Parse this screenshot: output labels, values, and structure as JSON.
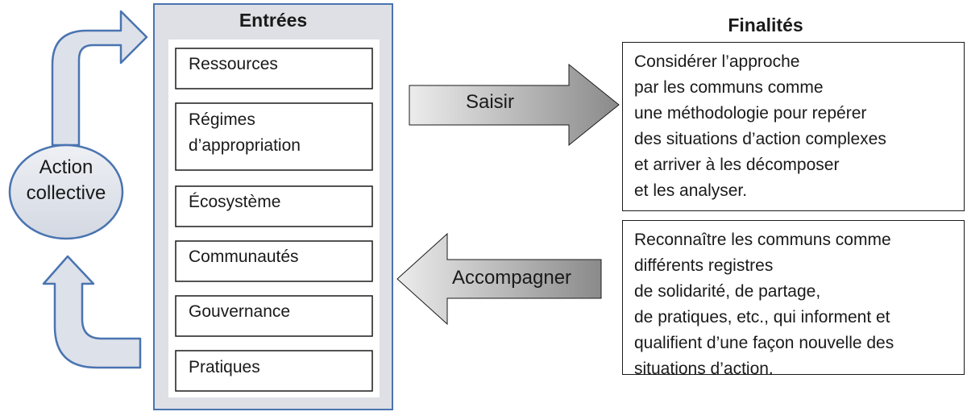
{
  "cycle": {
    "label_line1": "Action",
    "label_line2": "collective"
  },
  "inputs": {
    "title": "Entrées",
    "items": [
      {
        "lines": [
          "Ressources"
        ]
      },
      {
        "lines": [
          "Régimes",
          "d’appropriation"
        ]
      },
      {
        "lines": [
          "Écosystème"
        ]
      },
      {
        "lines": [
          "Communautés"
        ]
      },
      {
        "lines": [
          "Gouvernance"
        ]
      },
      {
        "lines": [
          "Pratiques"
        ]
      }
    ]
  },
  "arrows": {
    "saisir": "Saisir",
    "accompagner": "Accompagner"
  },
  "finalites": {
    "title": "Finalités",
    "box1_lines": [
      "Considérer l’approche",
      "par les communs comme",
      "une méthodologie pour repérer",
      "des situations d’action complexes",
      "et arriver à les décomposer",
      "et les analyser."
    ],
    "box2_lines": [
      "Reconnaître les communs comme",
      "différents registres",
      "de solidarité, de partage,",
      "de pratiques, etc., qui informent et",
      "qualifient d’une façon nouvelle des",
      "situations d’action."
    ]
  },
  "colors": {
    "outline": "#4a74b0",
    "fill_light": "#dde1ea",
    "arrow_dark": "#8a8a8a",
    "arrow_light": "#ececec"
  }
}
